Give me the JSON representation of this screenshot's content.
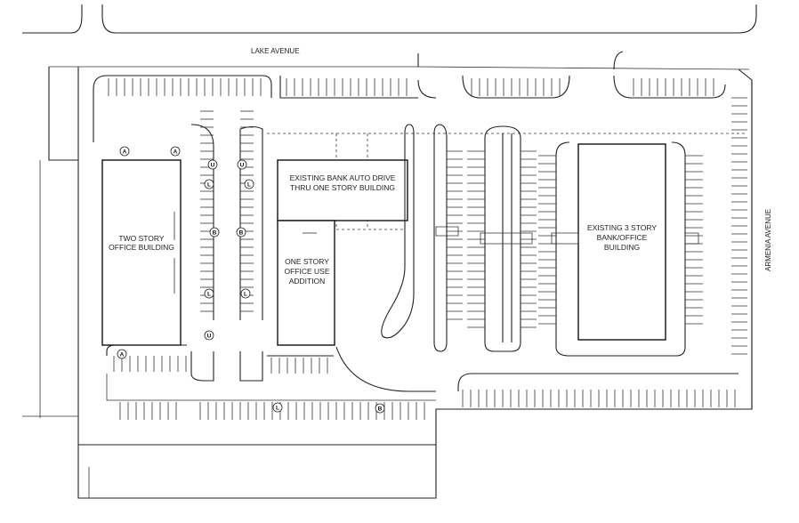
{
  "streets": {
    "north": "LAKE AVENUE",
    "east": "ARMENIA AVENUE"
  },
  "buildings": {
    "two_story_line1": "TWO STORY",
    "two_story_line2": "OFFICE BUILDING",
    "bank_drive_line1": "EXISTING BANK AUTO DRIVE",
    "bank_drive_line2": "THRU ONE STORY BUILDING",
    "addition_line1": "ONE STORY",
    "addition_line2": "OFFICE USE",
    "addition_line3": "ADDITION",
    "existing_line1": "EXISTING 3 STORY",
    "existing_line2": "BANK/OFFICE",
    "existing_line3": "BUILDING"
  },
  "markers": {
    "a": "A",
    "u": "U",
    "l": "L",
    "b": "B"
  }
}
